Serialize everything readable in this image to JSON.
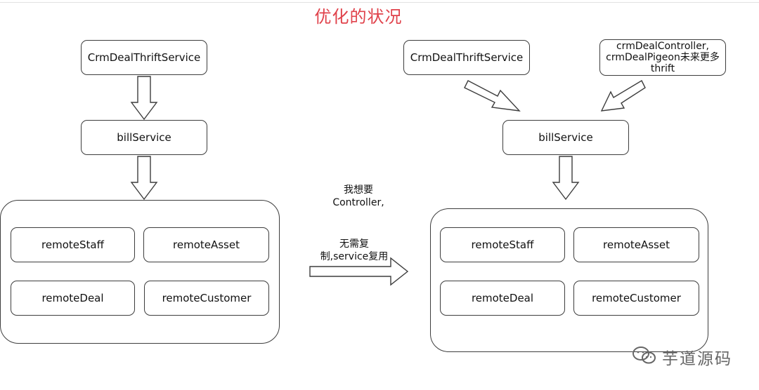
{
  "title": "优化的状况",
  "left": {
    "top_service": "CrmDealThriftService",
    "middle_service": "billService",
    "components": [
      "remoteStaff",
      "remoteAsset",
      "remoteDeal",
      "remoteCustomer"
    ]
  },
  "right": {
    "top_service": "CrmDealThriftService",
    "other_callers": [
      "crmDealController,",
      "crmDealPigeon未来更多",
      "thrift"
    ],
    "middle_service": "billService",
    "components": [
      "remoteStaff",
      "remoteAsset",
      "remoteDeal",
      "remoteCustomer"
    ]
  },
  "transition_note": {
    "line1": "我想要",
    "line2": "Controller,",
    "line3": "无需复",
    "line4": "制,service复用"
  },
  "watermark": {
    "text": "芋道源码",
    "icon": "wechat-icon"
  },
  "colors": {
    "title": "#e0424b",
    "stroke": "#3d3d3d",
    "watermark": "#666666"
  }
}
